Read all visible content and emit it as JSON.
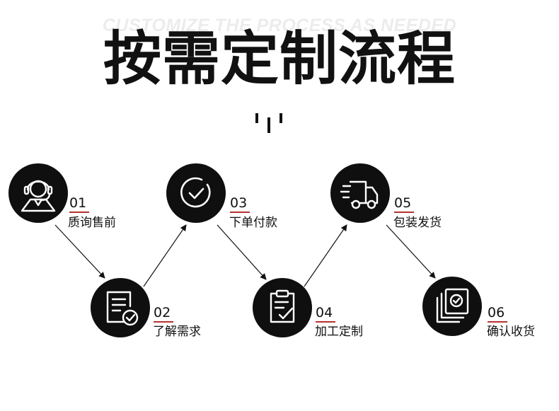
{
  "header": {
    "background_text": "CUSTOMIZE THE PROCESS AS NEEDED",
    "title": "按需定制流程"
  },
  "colors": {
    "circle": "#0f0f0f",
    "accent_underline": "#b6312f",
    "text": "#111111"
  },
  "steps": [
    {
      "number": "01",
      "label": "质询售前",
      "icon": "headset-support-icon"
    },
    {
      "number": "02",
      "label": "了解需求",
      "icon": "document-check-icon"
    },
    {
      "number": "03",
      "label": "下单付款",
      "icon": "check-circle-icon"
    },
    {
      "number": "04",
      "label": "加工定制",
      "icon": "clipboard-check-icon"
    },
    {
      "number": "05",
      "label": "包装发货",
      "icon": "delivery-truck-icon"
    },
    {
      "number": "06",
      "label": "确认收货",
      "icon": "stacked-documents-check-icon"
    }
  ]
}
